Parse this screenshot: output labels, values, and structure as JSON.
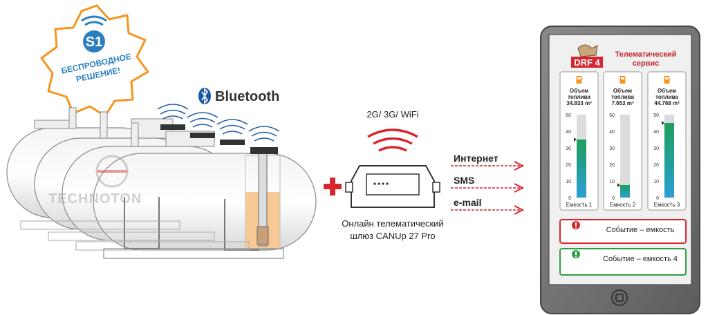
{
  "badge": {
    "line1": "БЕСПРОВОДНОЕ",
    "line2": "РЕШЕНИЕ!",
    "color": "#f7941d"
  },
  "bluetooth_label": "Bluetooth",
  "watermark": "TECHNOTON",
  "gateway": {
    "network_label": "2G/ 3G/ WiFi",
    "caption_line1": "Онлайн телематический",
    "caption_line2": "шлюз CANUp 27 Pro"
  },
  "channels": [
    "Интернет",
    "SMS",
    "e-mail"
  ],
  "tablet": {
    "logo": "DRF 4",
    "title_line1": "Телематический",
    "title_line2": "сервис",
    "tanks": [
      {
        "label_line1": "Объем",
        "label_line2": "топлива",
        "volume": "34.833",
        "unit": "m³",
        "level": 35,
        "name": "Емкость 1"
      },
      {
        "label_line1": "Объем",
        "label_line2": "топлива",
        "volume": "7.653",
        "unit": "m³",
        "level": 7.5,
        "name": "Емкость 2"
      },
      {
        "label_line1": "Объем",
        "label_line2": "топлива",
        "volume": "44.768",
        "unit": "m³",
        "level": 45,
        "name": "Емкость 3"
      }
    ],
    "axis_ticks": [
      0,
      10,
      20,
      30,
      40,
      50
    ],
    "events": [
      {
        "text": "Событие – емкость",
        "status": "alarm",
        "color": "#d7262f"
      },
      {
        "text": "Событие – емкость 4",
        "status": "ok",
        "color": "#2e9e46"
      }
    ]
  },
  "colors": {
    "accent_red": "#d7262f",
    "fuel": "#f6c995",
    "gauge_green": "#1e9e5a",
    "gauge_blue": "#2b9fd6"
  }
}
